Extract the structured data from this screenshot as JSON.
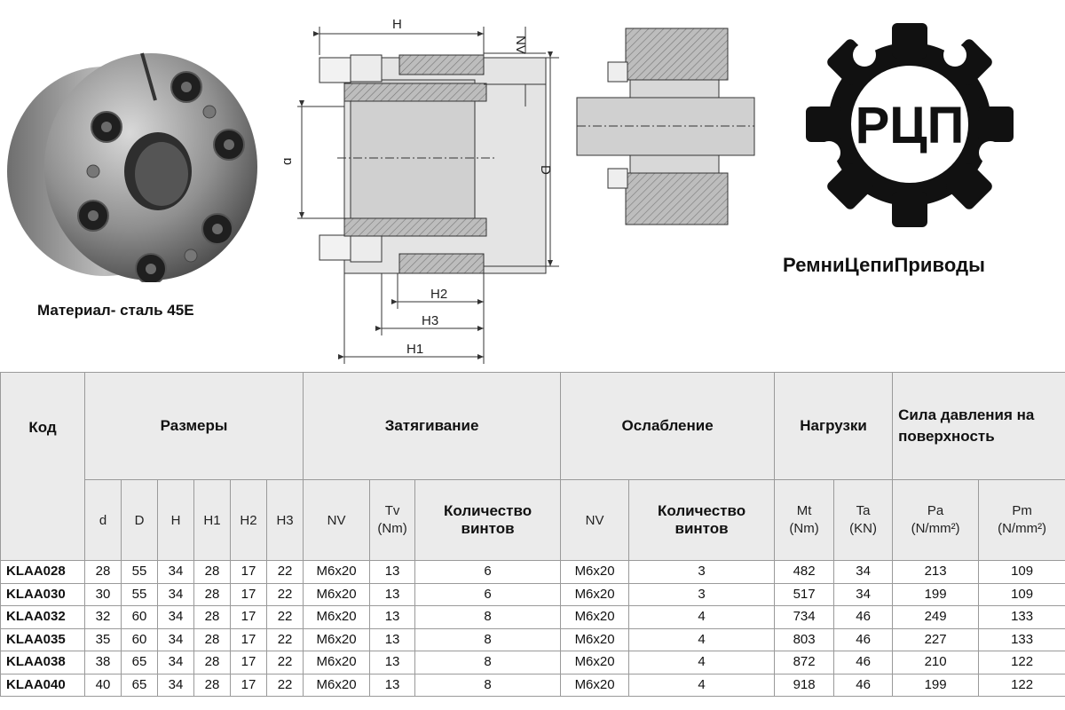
{
  "material_text": "Материал- сталь 45E",
  "brand": {
    "logo_text": "РЦП",
    "name": "РемниЦепиПриводы"
  },
  "drawing_labels": {
    "H": "H",
    "NV": "NV",
    "d": "d",
    "D": "D",
    "H2": "H2",
    "H3": "H3",
    "H1": "H1"
  },
  "table": {
    "group_headers": {
      "code": "Код",
      "sizes": "Размеры",
      "tightening": "Затягивание",
      "loosening": "Ослабление",
      "loads": "Нагрузки",
      "pressure": "Сила давления на поверхность"
    },
    "sub_headers": {
      "d": "d",
      "D": "D",
      "H": "H",
      "H1": "H1",
      "H2": "H2",
      "H3": "H3",
      "nv": "NV",
      "tv": "Tv",
      "tv_unit": "(Nm)",
      "screws": "Количество винтов",
      "nv2": "NV",
      "screws2": "Количество винтов",
      "mt": "Mt",
      "mt_unit": "(Nm)",
      "ta": "Ta",
      "ta_unit": "(KN)",
      "pa": "Pa",
      "pa_unit": "(N/mm²)",
      "pm": "Pm",
      "pm_unit": "(N/mm²)"
    },
    "rows": [
      [
        "KLAA028",
        "28",
        "55",
        "34",
        "28",
        "17",
        "22",
        "M6x20",
        "13",
        "6",
        "M6x20",
        "3",
        "482",
        "34",
        "213",
        "109"
      ],
      [
        "KLAA030",
        "30",
        "55",
        "34",
        "28",
        "17",
        "22",
        "M6x20",
        "13",
        "6",
        "M6x20",
        "3",
        "517",
        "34",
        "199",
        "109"
      ],
      [
        "KLAA032",
        "32",
        "60",
        "34",
        "28",
        "17",
        "22",
        "M6x20",
        "13",
        "8",
        "M6x20",
        "4",
        "734",
        "46",
        "249",
        "133"
      ],
      [
        "KLAA035",
        "35",
        "60",
        "34",
        "28",
        "17",
        "22",
        "M6x20",
        "13",
        "8",
        "M6x20",
        "4",
        "803",
        "46",
        "227",
        "133"
      ],
      [
        "KLAA038",
        "38",
        "65",
        "34",
        "28",
        "17",
        "22",
        "M6x20",
        "13",
        "8",
        "M6x20",
        "4",
        "872",
        "46",
        "210",
        "122"
      ],
      [
        "KLAA040",
        "40",
        "65",
        "34",
        "28",
        "17",
        "22",
        "M6x20",
        "13",
        "8",
        "M6x20",
        "4",
        "918",
        "46",
        "199",
        "122"
      ]
    ]
  }
}
